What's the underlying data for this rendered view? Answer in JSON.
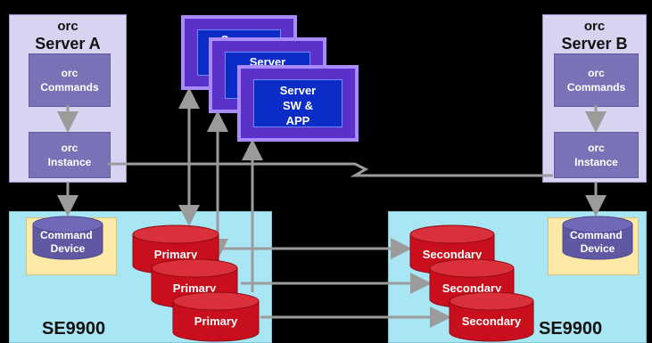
{
  "server_a": {
    "orc": "orc",
    "title": "Server A",
    "commands": "orc\nCommands",
    "instance": "orc\nInstance"
  },
  "server_b": {
    "orc": "orc",
    "title": "Server B",
    "commands": "orc\nCommands",
    "instance": "orc\nInstance"
  },
  "vm_stack": {
    "back_label": "Server",
    "mid_label": "Server",
    "front_label": "Server\nSW &\nAPP"
  },
  "storage_left": {
    "label": "SE9900",
    "command_device": "Command\nDevice",
    "primary": "Primary"
  },
  "storage_right": {
    "label": "SE9900",
    "command_device": "Command\nDevice",
    "secondary": "Secondary"
  },
  "colors": {
    "background": "#000000",
    "server_panel": "#d9d3f2",
    "server_inner": "#7a72b7",
    "storage_panel": "#a9e6f3",
    "command_panel": "#ffe9a6",
    "cylinder_red": "#c90f1d",
    "command_cylinder": "#5f59a4",
    "vm_outer": "#5b32c9",
    "vm_inner": "#0c2cc8",
    "arrow": "#9b9b9b"
  }
}
